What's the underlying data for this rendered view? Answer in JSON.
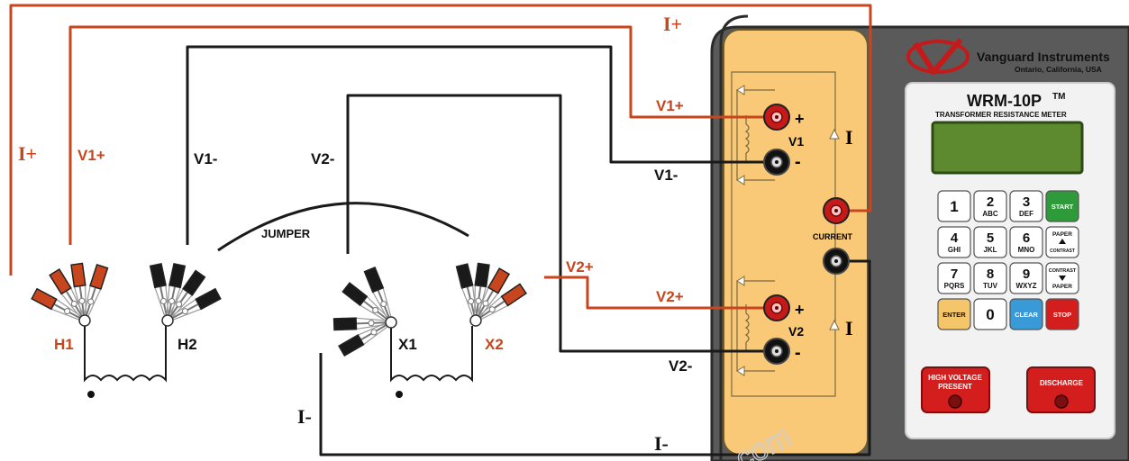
{
  "colors": {
    "red_wire": "#c8461e",
    "black_wire": "#1a1a1a",
    "panel_orange": "#f9c977",
    "instrument_gray": "#5a5a5a",
    "lcd_green": "#5d8a2e"
  },
  "labels": {
    "i_plus_top": "I+",
    "i_plus_left": "I+",
    "v1_plus_left": "V1+",
    "v1_minus_left": "V1-",
    "v2_minus_left": "V2-",
    "jumper": "JUMPER",
    "h1": "H1",
    "h2": "H2",
    "x1": "X1",
    "x2": "X2",
    "i_minus_left": "I-",
    "i_minus_bottom": "I-",
    "v1_plus_right": "V1+",
    "v1_minus_right": "V1-",
    "v2_plus_left": "V2+",
    "v2_plus_right": "V2+",
    "v2_minus_right": "V2-"
  },
  "panel": {
    "plus1": "+",
    "minus1": "-",
    "v1": "V1",
    "i_top": "I",
    "current": "CURRENT",
    "plus2": "+",
    "minus2": "-",
    "v2": "V2",
    "i_bottom": "I"
  },
  "instrument": {
    "brand": "Vanguard Instruments",
    "location": "Ontario, California, USA",
    "model": "WRM-10P",
    "tm": "TM",
    "subtitle": "TRANSFORMER RESISTANCE METER",
    "keys": [
      {
        "main": "1",
        "sub": ""
      },
      {
        "main": "2",
        "sub": "ABC"
      },
      {
        "main": "3",
        "sub": "DEF"
      },
      {
        "main": "START",
        "sub": ""
      },
      {
        "main": "4",
        "sub": "GHI"
      },
      {
        "main": "5",
        "sub": "JKL"
      },
      {
        "main": "6",
        "sub": "MNO"
      },
      {
        "main": "PAPER",
        "sub": "CONTRAST"
      },
      {
        "main": "7",
        "sub": "PQRS"
      },
      {
        "main": "8",
        "sub": "TUV"
      },
      {
        "main": "9",
        "sub": "WXYZ"
      },
      {
        "main": "CONTRAST",
        "sub": "PAPER"
      },
      {
        "main": "ENTER",
        "sub": ""
      },
      {
        "main": "0",
        "sub": ""
      },
      {
        "main": "CLEAR",
        "sub": ""
      },
      {
        "main": "STOP",
        "sub": ""
      }
    ],
    "hv_line1": "HIGH VOLTAGE",
    "hv_line2": "PRESENT",
    "discharge": "DISCHARGE"
  },
  "watermark": ".com"
}
